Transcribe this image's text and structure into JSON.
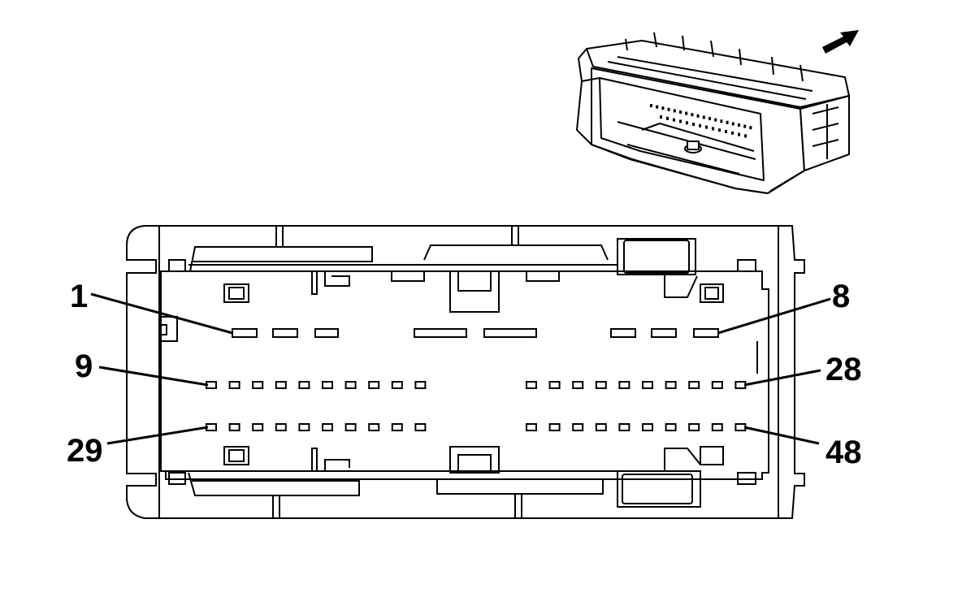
{
  "diagram": {
    "pin_labels": {
      "p1": "1",
      "p8": "8",
      "p9": "9",
      "p28": "28",
      "p29": "29",
      "p48": "48"
    },
    "pin_rows": {
      "row1_count": 8,
      "row2_count": 20,
      "row3_count": 20
    },
    "icons": {
      "orientation": "arrow-up-right-icon",
      "perspective": "connector-3d-view"
    },
    "colors": {
      "line": "#000000",
      "background": "#ffffff"
    }
  }
}
